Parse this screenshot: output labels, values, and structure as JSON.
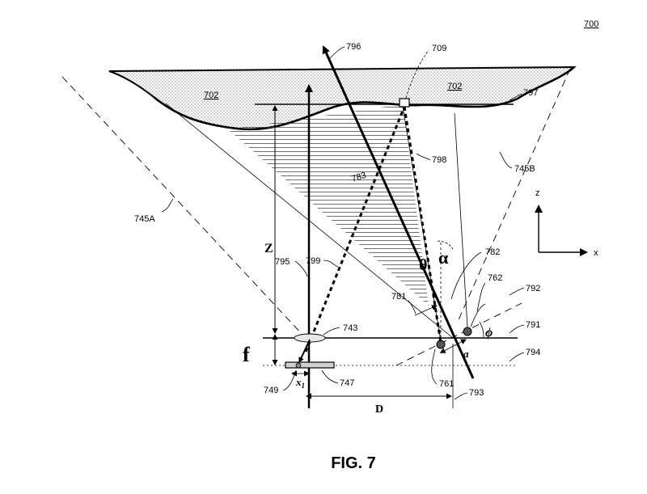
{
  "figure": {
    "number_label": "700",
    "caption": "FIG. 7",
    "colors": {
      "ink": "#000000",
      "paper": "#ffffff",
      "surface_fill": "#d9d9d9"
    }
  },
  "labels": {
    "surface_left": "702",
    "surface_right": "702",
    "ray_796": "796",
    "target_709": "709",
    "line_797": "797",
    "ray_798": "798",
    "line_745b": "745B",
    "line_745a": "745A",
    "ray_783": "783",
    "axis_795": "795",
    "ray_799": "799",
    "ray_781": "781",
    "point_782": "782",
    "point_762": "762",
    "line_792": "792",
    "line_791": "791",
    "lens_743": "743",
    "line_794": "794",
    "sensor_749": "749",
    "sensor_747": "747",
    "point_761": "761",
    "dist_793": "793"
  },
  "symbols": {
    "z": "Z",
    "f": "f",
    "d": "D",
    "theta": "θ",
    "alpha": "α",
    "phi": "ϕ",
    "a": "a",
    "x1_base": "x",
    "x1_sub": "1"
  },
  "axes_inset": {
    "z": "z",
    "x": "x"
  }
}
